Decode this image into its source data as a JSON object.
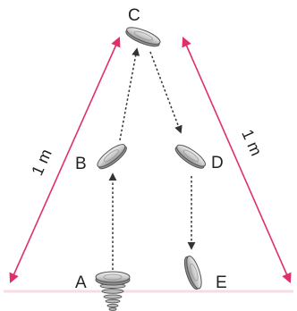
{
  "points": {
    "A": "A",
    "B": "B",
    "C": "C",
    "D": "D",
    "E": "E"
  },
  "dimensions": {
    "left": "1 m",
    "right": "1 m"
  },
  "colors": {
    "dimension_line": "#e0306a",
    "path_arrow": "#333333",
    "disc_fill": "#d4d4d4",
    "disc_stroke": "#555555"
  }
}
